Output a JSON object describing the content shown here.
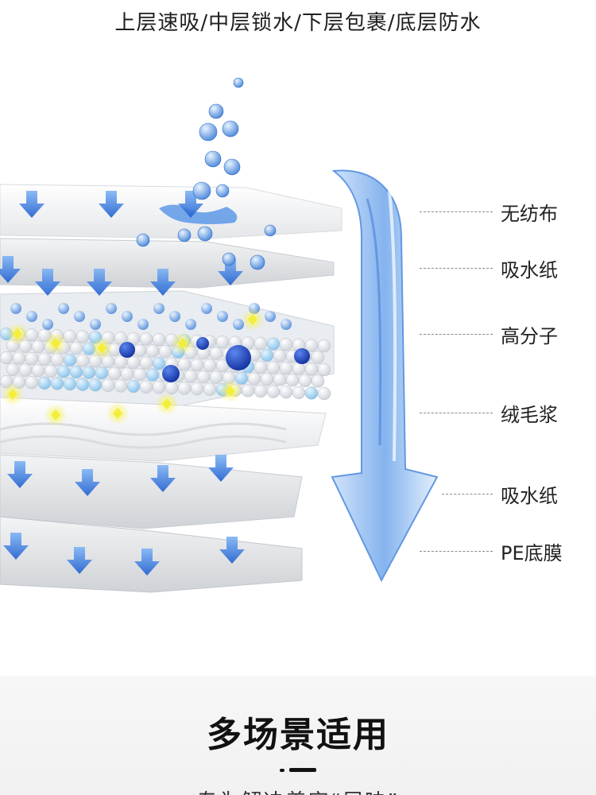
{
  "headline": "上层速吸/中层锁水/下层包裹/底层防水",
  "layers": [
    {
      "label": "无纺布"
    },
    {
      "label": "吸水纸"
    },
    {
      "label": "高分子"
    },
    {
      "label": "绒毛浆"
    },
    {
      "label": "吸水纸"
    },
    {
      "label": "PE底膜"
    }
  ],
  "section": {
    "title": "多场景适用",
    "subtitle": "专为解决养宠“尿味”"
  },
  "colors": {
    "arrow_blue": "#2f74d8",
    "bead_light": "#9fd0f0",
    "bead_dark": "#1a3fb0",
    "glow_yellow": "#f3ee3a"
  }
}
